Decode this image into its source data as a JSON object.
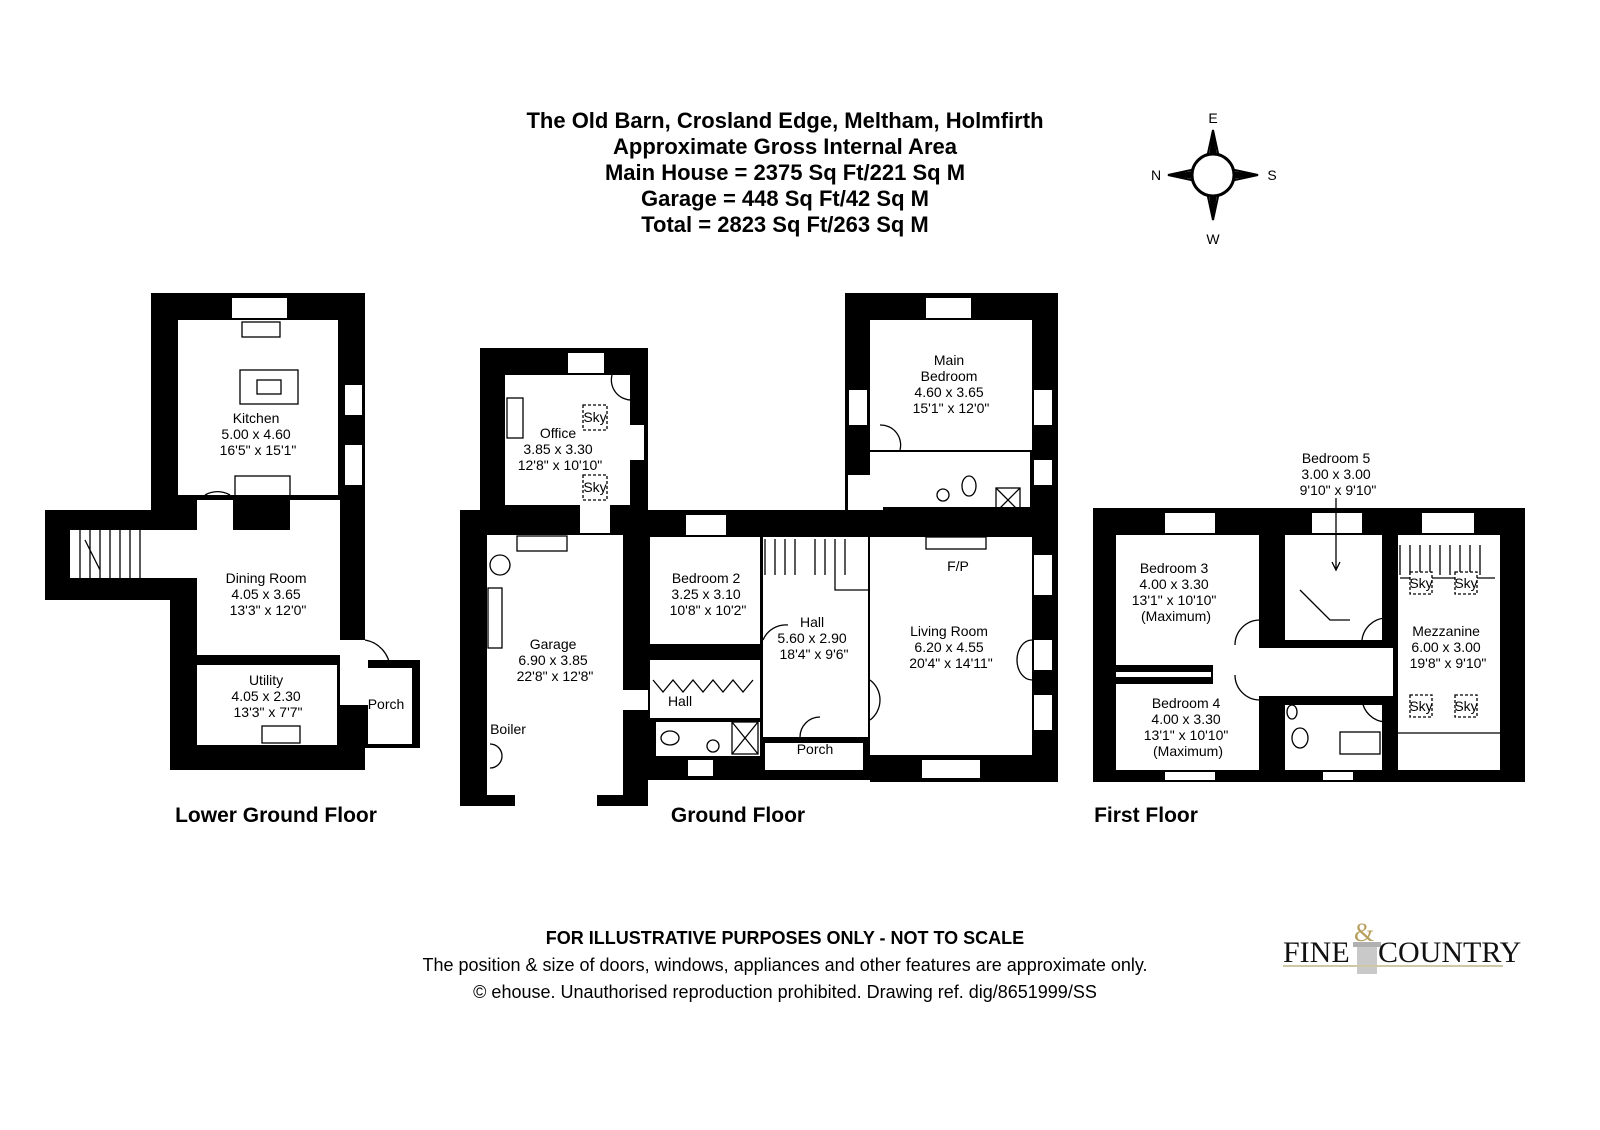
{
  "header": {
    "lines": [
      "The Old Barn, Crosland Edge, Meltham, Holmfirth",
      "Approximate Gross Internal Area",
      "Main House = 2375 Sq Ft/221 Sq M",
      "Garage = 448 Sq Ft/42 Sq M",
      "Total = 2823 Sq Ft/263 Sq M"
    ]
  },
  "compass": {
    "n": "N",
    "e": "E",
    "s": "S",
    "w": "W"
  },
  "lower_ground": {
    "label": "Lower Ground Floor",
    "kitchen": {
      "name": "Kitchen",
      "metric": "5.00 x 4.60",
      "imperial": "16'5\" x 15'1\""
    },
    "dining": {
      "name": "Dining Room",
      "metric": "4.05 x 3.65",
      "imperial": "13'3\" x 12'0\""
    },
    "utility": {
      "name": "Utility",
      "metric": "4.05 x 2.30",
      "imperial": "13'3\" x 7'7\""
    },
    "porch": "Porch"
  },
  "ground": {
    "label": "Ground Floor",
    "office": {
      "name": "Office",
      "metric": "3.85 x 3.30",
      "imperial": "12'8\" x 10'10\""
    },
    "garage": {
      "name": "Garage",
      "metric": "6.90 x 3.85",
      "imperial": "22'8\" x 12'8\""
    },
    "bedroom2": {
      "name": "Bedroom 2",
      "metric": "3.25 x 3.10",
      "imperial": "10'8\" x 10'2\""
    },
    "hall": {
      "name": "Hall",
      "metric": "5.60 x 2.90",
      "imperial": "18'4\" x 9'6\""
    },
    "main_bedroom": {
      "name1": "Main",
      "name2": "Bedroom",
      "metric": "4.60 x 3.65",
      "imperial": "15'1\" x 12'0\""
    },
    "living": {
      "name": "Living Room",
      "metric": "6.20 x 4.55",
      "imperial": "20'4\" x 14'11\""
    },
    "sky": "Sky",
    "fp": "F/P",
    "boiler": "Boiler",
    "small_hall": "Hall",
    "porch": "Porch"
  },
  "first": {
    "label": "First Floor",
    "bedroom3": {
      "name": "Bedroom 3",
      "metric": "4.00 x 3.30",
      "imperial": "13'1\" x 10'10\"",
      "note": "(Maximum)"
    },
    "bedroom4": {
      "name": "Bedroom 4",
      "metric": "4.00 x 3.30",
      "imperial": "13'1\" x 10'10\"",
      "note": "(Maximum)"
    },
    "bedroom5": {
      "name": "Bedroom 5",
      "metric": "3.00 x 3.00",
      "imperial": "9'10\" x 9'10\""
    },
    "mezzanine": {
      "name": "Mezzanine",
      "metric": "6.00 x 3.00",
      "imperial": "19'8\" x 9'10\""
    },
    "sky": "Sky"
  },
  "footer": {
    "disclaimer": "FOR ILLUSTRATIVE PURPOSES ONLY - NOT TO SCALE",
    "note": "The position & size of doors, windows, appliances and other features are approximate only.",
    "copyright": "© ehouse. Unauthorised reproduction prohibited. Drawing ref. dig/8651999/SS"
  },
  "logo": {
    "left": "FINE",
    "amp": "&",
    "right": "COUNTRY"
  }
}
